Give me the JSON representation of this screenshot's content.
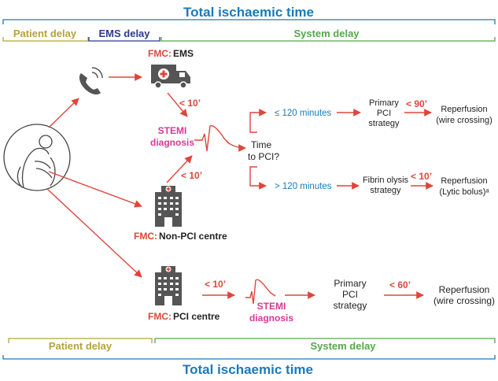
{
  "top": {
    "title": "Total ischaemic time",
    "patient_delay": "Patient delay",
    "ems_delay": "EMS delay",
    "system_delay": "System delay"
  },
  "bottom": {
    "patient_delay": "Patient delay",
    "system_delay": "System delay",
    "title": "Total ischaemic time"
  },
  "ems": {
    "fmc_prefix": "FMC:",
    "fmc_label": "EMS",
    "time": "< 10’"
  },
  "stemi_upper": {
    "line1": "STEMI",
    "line2": "diagnosis"
  },
  "non_pci": {
    "fmc_prefix": "FMC:",
    "fmc_label": "Non-PCI centre",
    "time": "< 10’"
  },
  "decision": {
    "line1": "Time",
    "line2": "to PCI?"
  },
  "branch_fast": {
    "condition": "≤ 120 minutes",
    "strategy_lines": [
      "Primary",
      "PCI",
      "strategy"
    ],
    "time": "< 90’",
    "outcome_lines": [
      "Reperfusion",
      "(wire crossing)"
    ]
  },
  "branch_slow": {
    "condition": "> 120 minutes",
    "strategy_lines": [
      "Fibrin olysis",
      "strategy"
    ],
    "time": "< 10’",
    "outcome_lines": [
      "Reperfusion",
      "(Lytic bolus)ᵃ"
    ]
  },
  "pci_path": {
    "fmc_prefix": "FMC:",
    "fmc_label": "PCI centre",
    "time1": "< 10’",
    "stemi_line1": "STEMI",
    "stemi_line2": "diagnosis",
    "strategy_lines": [
      "Primary",
      "PCI",
      "strategy"
    ],
    "time2": "< 60’",
    "outcome_lines": [
      "Reperfusion",
      "(wire crossing)"
    ]
  },
  "icons": {
    "patient": "patient-chest-pain-icon",
    "phone": "phone-icon",
    "ambulance": "ambulance-icon",
    "hospital_non_pci": "hospital-icon",
    "hospital_pci": "hospital-icon",
    "ecg": "ecg-trace-icon"
  },
  "colors": {
    "title_blue": "#1a7ab8",
    "patient_olive": "#b5a33a",
    "system_green": "#55a84a",
    "ems_navy": "#2b3a8c",
    "arrow_red": "#e0453a",
    "stemi_pink": "#d63a93"
  }
}
